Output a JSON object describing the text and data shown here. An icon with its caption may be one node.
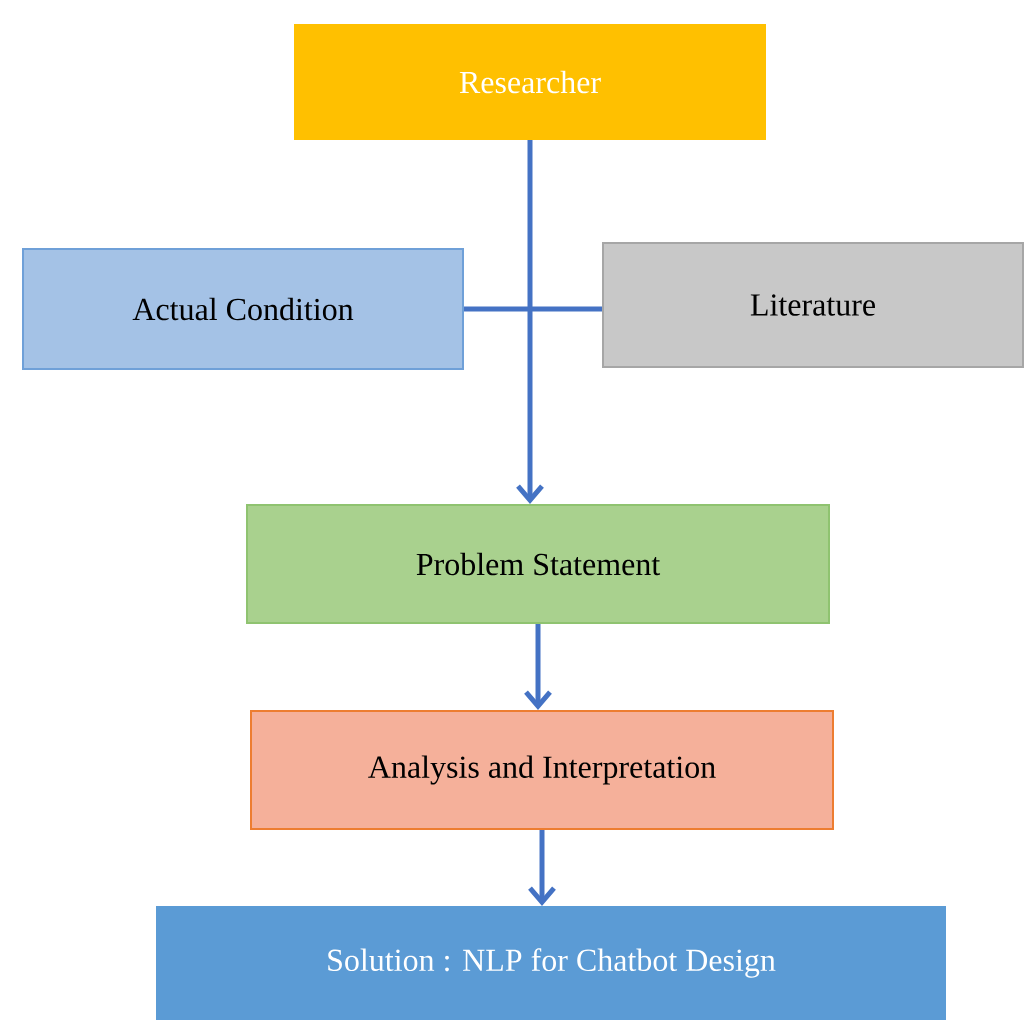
{
  "diagram": {
    "nodes": [
      {
        "text": [
          "Researcher"
        ]
      },
      {
        "text": [
          "Actual Condition"
        ]
      },
      {
        "text": [
          "Literature"
        ]
      },
      {
        "text": [
          "Problem Statement"
        ]
      },
      {
        "text": [
          "Analysis and Interpretation"
        ]
      },
      {
        "text": [
          "Solution : NLP for Chatbot Design"
        ]
      }
    ],
    "edges": [
      {
        "from": 0,
        "to": 3,
        "arrow": "to"
      },
      {
        "from": 1,
        "to": 2,
        "arrow": "none"
      },
      {
        "from": 3,
        "to": 4,
        "arrow": "to"
      },
      {
        "from": 4,
        "to": 5,
        "arrow": "to"
      }
    ]
  }
}
